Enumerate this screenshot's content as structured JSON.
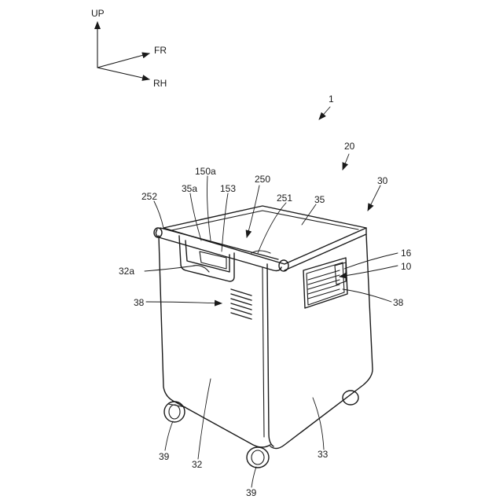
{
  "axes": {
    "up": "UP",
    "front": "FR",
    "right": "RH"
  },
  "labels": {
    "l1": "1",
    "l20": "20",
    "l30": "30",
    "l150a": "150a",
    "l250": "250",
    "l35a": "35a",
    "l153": "153",
    "l252": "252",
    "l251": "251",
    "l35": "35",
    "l16": "16",
    "l10": "10",
    "l32a": "32a",
    "l38a": "38",
    "l38b": "38",
    "l32": "32",
    "l33": "33",
    "l39a": "39",
    "l39b": "39"
  }
}
